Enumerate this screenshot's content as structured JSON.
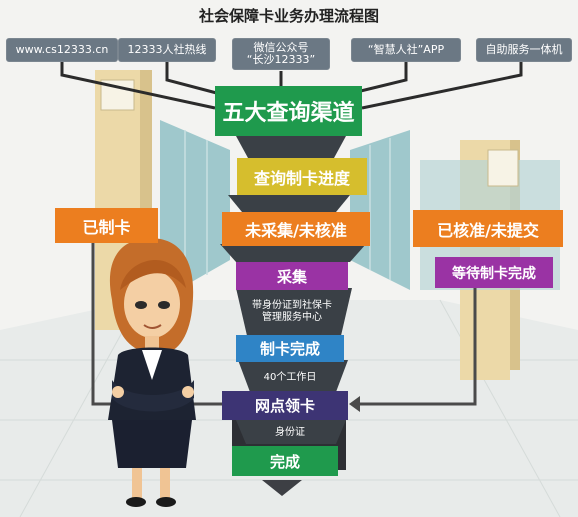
{
  "title": "社会保障卡业务办理流程图",
  "channels": [
    {
      "label": "www.cs12333.cn"
    },
    {
      "label": "12333人社热线"
    },
    {
      "line1": "微信公众号",
      "line2": "“长沙12333”"
    },
    {
      "label": "“智慧人社”APP"
    },
    {
      "label": "自助服务一体机"
    }
  ],
  "steps": {
    "query_channels": "五大查询渠道",
    "query_progress": "查询制卡进度",
    "made": "已制卡",
    "not_collected": "未采集/未核准",
    "approved_not_submitted": "已核准/未提交",
    "collect": "采集",
    "collect_note_1": "带身份证到社保卡",
    "collect_note_2": "管理服务中心",
    "wait_done": "等待制卡完成",
    "card_done": "制卡完成",
    "days_note": "40个工作日",
    "pickup": "网点领卡",
    "id_note": "身份证",
    "finish": "完成"
  },
  "colors": {
    "green": "#1f9a4d",
    "yellow": "#d6be2d",
    "orange": "#ec7e1f",
    "purple": "#9a33a4",
    "blue": "#2f84c6",
    "navy": "#3d3474",
    "channel": "#6b7884"
  }
}
